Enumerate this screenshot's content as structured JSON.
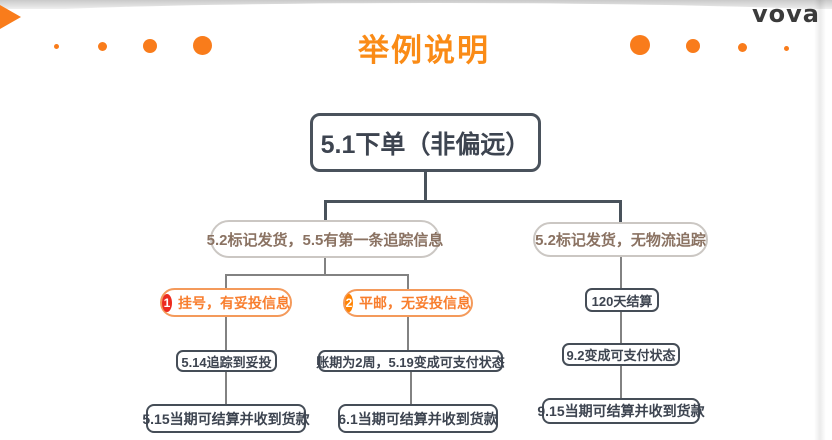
{
  "header": {
    "title": "举例说明",
    "logo": "vova",
    "decor": {
      "play_triangle_icon": "triangle-right",
      "dot_icon": "circle",
      "accent_color": "#F97C1B"
    }
  },
  "flow": {
    "root": {
      "label": "5.1下单（非偏远）"
    },
    "branch_left": {
      "label": "5.2标记发货，5.5有第一条追踪信息"
    },
    "branch_right": {
      "label": "5.2标记发货，无物流追踪"
    },
    "case1": {
      "badge": "1",
      "badge_color": "#EC2A1E",
      "label": "挂号，有妥投信息"
    },
    "case2": {
      "badge": "2",
      "badge_color": "#FF8201",
      "label": "平邮，无妥投信息"
    },
    "right_settle": {
      "label": "120天结算"
    },
    "case1_step1": {
      "label": "5.14追踪到妥投"
    },
    "case2_step1": {
      "label": "账期为2周，5.19变成可支付状态"
    },
    "right_step1": {
      "label": "9.2变成可支付状态"
    },
    "case1_step2": {
      "label": "5.15当期可结算并收到货款"
    },
    "case2_step2": {
      "label": "6.1当期可结算并收到货款"
    },
    "right_step2": {
      "label": "9.15当期可结算并收到货款"
    }
  },
  "colors": {
    "accent_orange": "#F97C1B",
    "title_orange": "#FA8B16",
    "badge_red": "#EC2A1E",
    "badge_orange": "#FF8201",
    "node_dark": "#3D4450",
    "pill_brown": "#8A7262",
    "connector_gray": "#49525B"
  }
}
